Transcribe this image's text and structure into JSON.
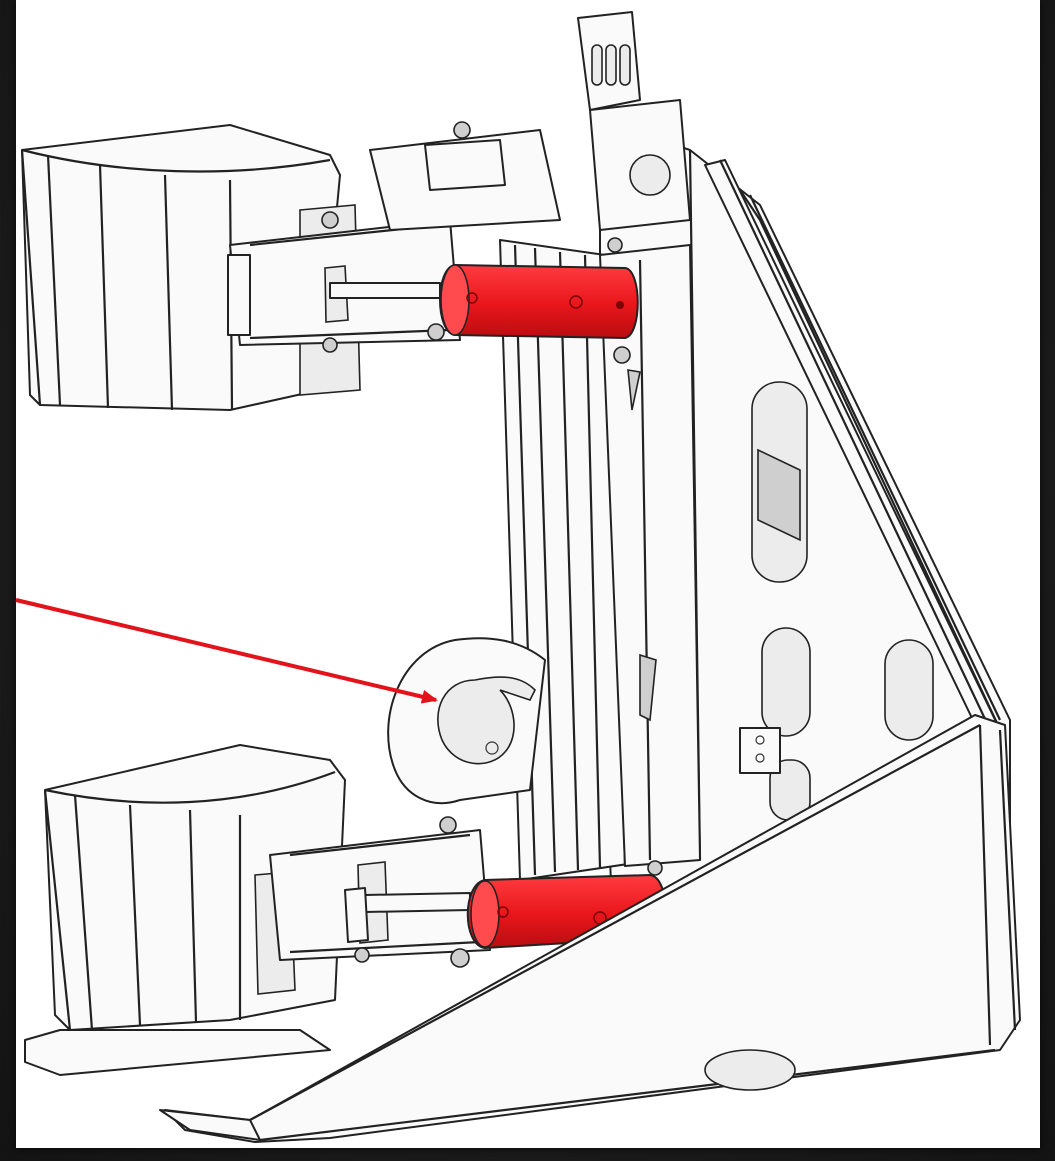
{
  "colors": {
    "background": "#1b1b1b",
    "panel": "#ffffff",
    "outline": "#222222",
    "cylinder": "#e8161b",
    "cylinder_shade": "#b80d10",
    "arrow": "#e3131b"
  },
  "drawing": {
    "components": [
      "main-frame-plate",
      "vertical-column-guide",
      "upper-gripper-pad",
      "lower-gripper-pad",
      "upper-hydraulic-cylinder",
      "lower-hydraulic-cylinder",
      "hook-plate",
      "base-skid-plate",
      "top-lifting-lug",
      "diagonal-brace"
    ],
    "callout": {
      "target": "hook-plate",
      "icon": "arrow-icon"
    }
  }
}
